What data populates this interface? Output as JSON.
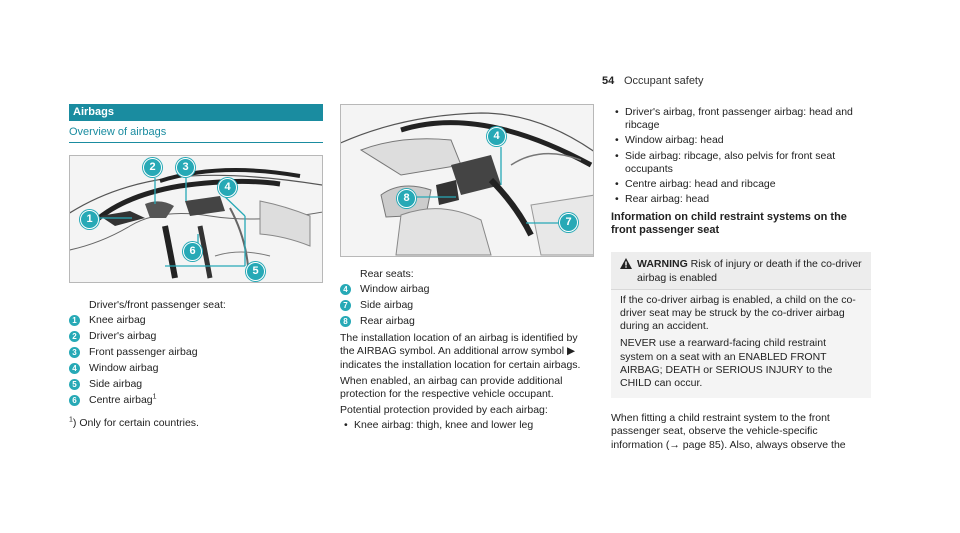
{
  "header": {
    "page_number": "54",
    "title": "Occupant safety"
  },
  "column1": {
    "section_title": "Airbags",
    "subsection_title": "Overview of airbags",
    "callouts": [
      "1",
      "2",
      "3",
      "4",
      "5",
      "6"
    ],
    "list_title": "Driver's/front passenger seat:",
    "items": [
      {
        "num": "1",
        "label": "Knee airbag"
      },
      {
        "num": "2",
        "label": "Driver's airbag"
      },
      {
        "num": "3",
        "label": "Front passenger airbag"
      },
      {
        "num": "4",
        "label": "Window airbag"
      },
      {
        "num": "5",
        "label": "Side airbag"
      },
      {
        "num": "6",
        "label": "Centre airbag"
      }
    ],
    "footnote_mark": "1",
    "footnote": "Only for certain countries."
  },
  "column2": {
    "callouts": [
      "4",
      "7",
      "8"
    ],
    "list_title": "Rear seats:",
    "items": [
      {
        "num": "4",
        "label": "Window airbag"
      },
      {
        "num": "7",
        "label": "Side airbag"
      },
      {
        "num": "8",
        "label": "Rear airbag"
      }
    ],
    "para1": "The installation location of an airbag is identified by the AIRBAG symbol. An additional arrow symbol ▶ indicates the installation location for certain airbags.",
    "para2": "When enabled, an airbag can provide additional protection for the respective vehicle occupant.",
    "para3": "Potential protection provided by each airbag:",
    "bullet1": "Knee airbag: thigh, knee and lower leg"
  },
  "column3": {
    "bullets": [
      "Driver's airbag, front passenger airbag: head and ribcage",
      "Window airbag: head",
      "Side airbag: ribcage, also pelvis for front seat occupants",
      "Centre airbag: head and ribcage",
      "Rear airbag: head"
    ],
    "info_heading": "Information on child restraint systems on the front passenger seat",
    "warning_label": "WARNING",
    "warning_text": "Risk of injury or death if the co-driver airbag is enabled",
    "warning_p1": "If the co-driver airbag is enabled, a child on the co-driver seat may be struck by the co-driver airbag during an accident.",
    "warning_p2": "NEVER use a rearward-facing child restraint system on a seat with an ENABLED FRONT AIRBAG; DEATH or SERIOUS INJURY to the CHILD can occur.",
    "after_warning": "When fitting a child restraint system to the front passenger seat, observe the vehicle-specific information (→ page 85). Also, always observe the"
  }
}
